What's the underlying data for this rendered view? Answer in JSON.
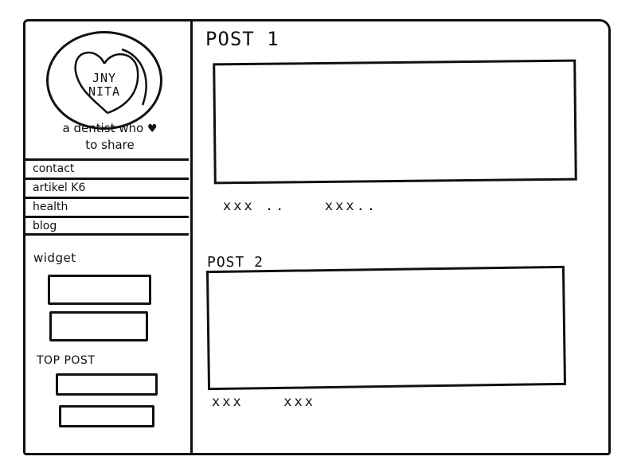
{
  "sidebar": {
    "logo": {
      "text": "JNY\nNITA"
    },
    "tagline": {
      "before": "a dentist who",
      "icon": "heart-icon",
      "after": "to share"
    },
    "nav_items": [
      "contact",
      "artikel K6",
      "health",
      "blog"
    ],
    "widget_label": "widget",
    "top_post_label": "TOP POST"
  },
  "main": {
    "posts": [
      {
        "title": "POST 1",
        "meta_left": "xxx ..",
        "meta_right": "xxx.."
      },
      {
        "title": "POST 2",
        "meta_left": "xxx",
        "meta_right": "xxx"
      }
    ]
  }
}
